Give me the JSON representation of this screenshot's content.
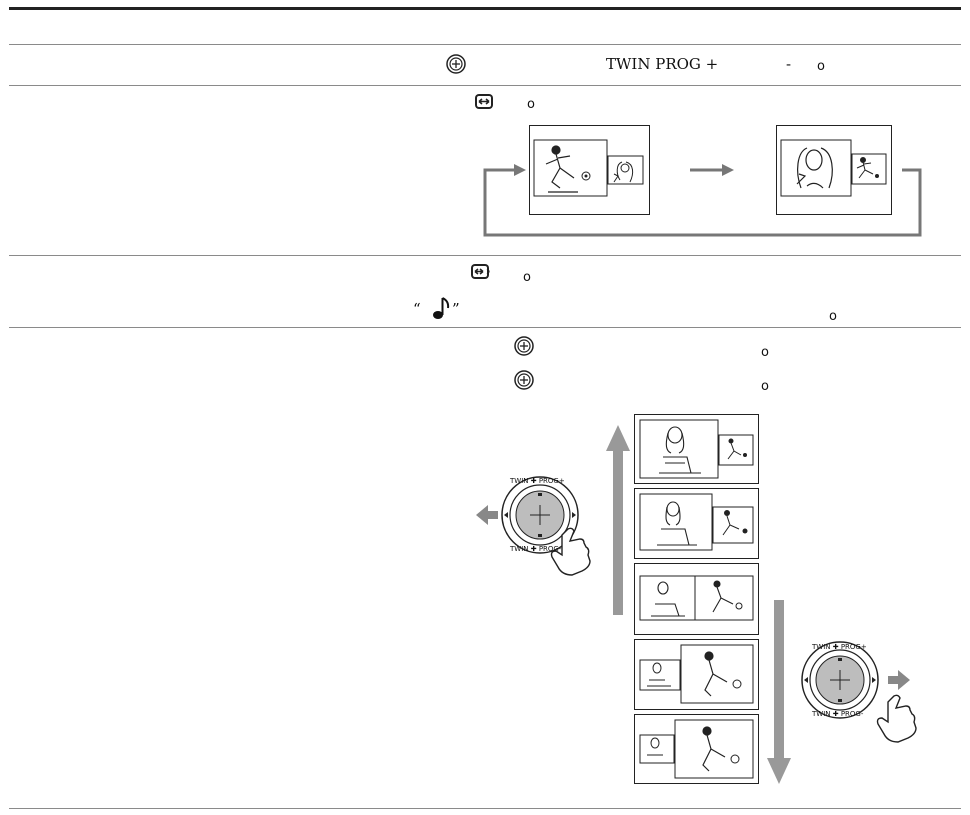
{
  "row_twin_prog": {
    "label": "TWIN PROG +",
    "dash": "-",
    "dot": "o"
  },
  "row_swap": {
    "dot": "o"
  },
  "row_sound": {
    "dot": "o",
    "open_quote": "“",
    "close_quote": "”",
    "end_dot": "o"
  },
  "row_channel": {
    "line1_dot": "o",
    "line2_dot": "o"
  },
  "remote_left": {
    "top_label": "TWIN ✚ PROG+",
    "bottom_label": "TWIN ✚ PROG-"
  },
  "remote_right": {
    "top_label": "TWIN ✚ PROG+",
    "bottom_label": "TWIN ✚ PROG-"
  },
  "icons": [
    "twin-button-icon",
    "swap-button-icon",
    "sound-swap-button-icon",
    "music-note-icon",
    "hand-pointer-icon",
    "arrow-icon"
  ],
  "colors": {
    "rule": "#222222",
    "arrow": "#999999",
    "loop": "#777777"
  }
}
